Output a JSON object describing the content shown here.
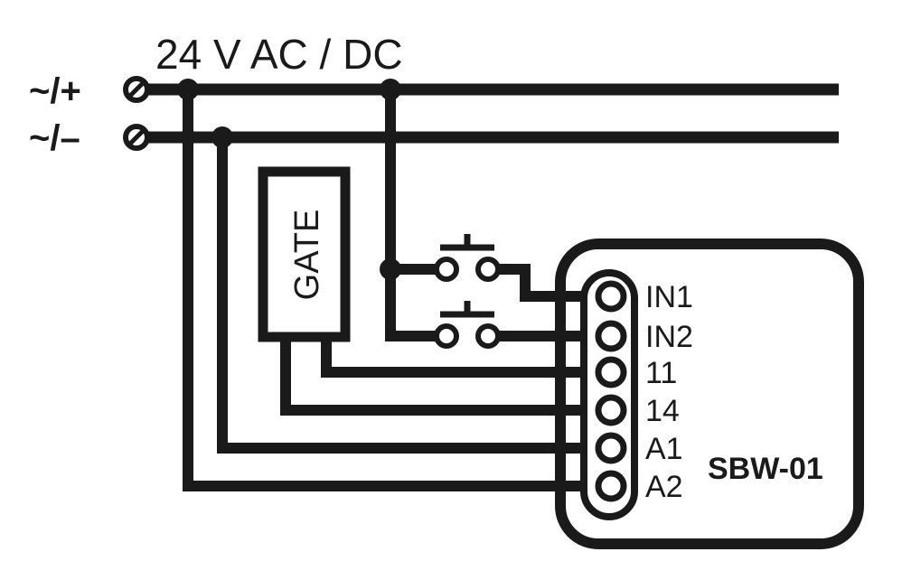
{
  "supply": {
    "voltage_label": "24 V AC / DC",
    "terminal_plus_label": "~/+",
    "terminal_minus_label": "~/–"
  },
  "gate": {
    "label": "GATE"
  },
  "module": {
    "name": "SBW-01",
    "terminals": [
      "IN1",
      "IN2",
      "11",
      "14",
      "A1",
      "A2"
    ]
  },
  "colors": {
    "line": "#1a1a1a",
    "background": "#ffffff"
  }
}
